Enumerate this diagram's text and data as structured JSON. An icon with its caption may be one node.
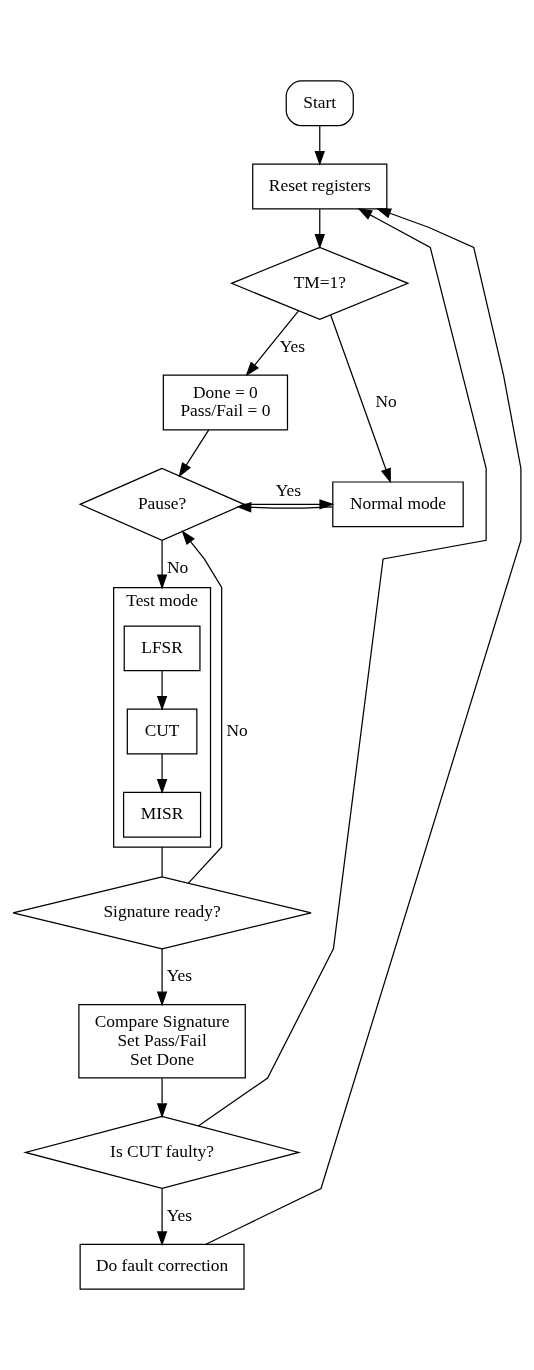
{
  "diagram": {
    "nodes": [
      {
        "text": [
          "Start"
        ]
      },
      {
        "text": [
          "Reset registers"
        ]
      },
      {
        "text": [
          "TM=1?"
        ]
      },
      {
        "text": [
          "Done = 0",
          "Pass/Fail = 0"
        ]
      },
      {
        "text": [
          "Pause?"
        ]
      },
      {
        "text": [
          "Normal mode"
        ]
      },
      {
        "text": [
          "Test mode"
        ]
      },
      {
        "text": [
          "LFSR"
        ],
        "in": 6
      },
      {
        "text": [
          "CUT"
        ],
        "in": 6
      },
      {
        "text": [
          "MISR"
        ],
        "in": 6
      },
      {
        "text": [
          "Signature ready?"
        ]
      },
      {
        "text": [
          "Compare Signature",
          "Set Pass/Fail",
          "Set Done"
        ]
      },
      {
        "text": [
          "Is CUT faulty?"
        ]
      },
      {
        "text": [
          "Do fault correction"
        ]
      }
    ],
    "edges": [
      {
        "from": 0,
        "to": 1,
        "arrow": "to"
      },
      {
        "from": 1,
        "to": 2,
        "arrow": "to"
      },
      {
        "from": 2,
        "to": 5,
        "arrow": "to",
        "label": "No"
      },
      {
        "from": 2,
        "to": 3,
        "arrow": "to",
        "label": "Yes"
      },
      {
        "from": 3,
        "to": 4,
        "arrow": "to"
      },
      {
        "from": 5,
        "to": 4,
        "arrow": "to"
      },
      {
        "from": 4,
        "to": 5,
        "arrow": "to",
        "label": "Yes"
      },
      {
        "from": 4,
        "to": 6,
        "arrow": "to",
        "label": "No"
      },
      {
        "from": 7,
        "to": 8,
        "arrow": "to"
      },
      {
        "from": 8,
        "to": 9,
        "arrow": "to"
      },
      {
        "from": 6,
        "to": 10,
        "arrow": "none"
      },
      {
        "from": 10,
        "to": 4,
        "arrow": "to",
        "label": "No"
      },
      {
        "from": 10,
        "to": 11,
        "arrow": "to",
        "label": "Yes"
      },
      {
        "from": 11,
        "to": 12,
        "arrow": "to"
      },
      {
        "from": 12,
        "to": 1,
        "arrow": "to"
      },
      {
        "from": 12,
        "to": 13,
        "arrow": "to",
        "label": "Yes"
      },
      {
        "from": 13,
        "to": 1,
        "arrow": "to"
      }
    ]
  }
}
